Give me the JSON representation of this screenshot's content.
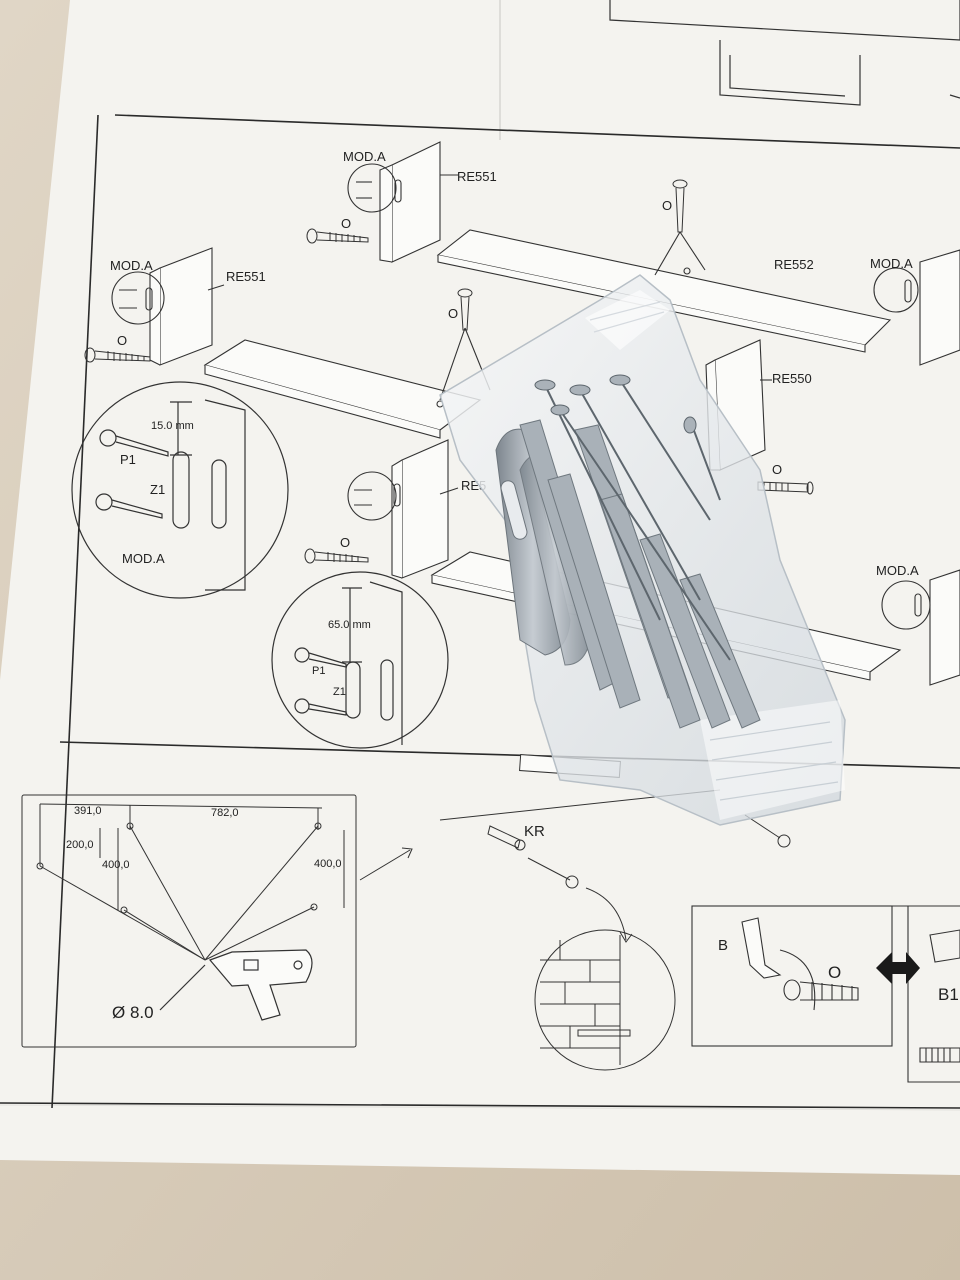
{
  "colors": {
    "carpet": "#d8cdbd",
    "paper": "#f4f3ef",
    "ink": "#2a2a2a",
    "metal": "#9ea6ad",
    "plastic_bag": "#e9ecee"
  },
  "labels": {
    "mod_a": "MOD.A",
    "re551": "RE551",
    "re552": "RE552",
    "re550": "RE550",
    "re5_partial": "RE5",
    "o": "O",
    "p1": "P1",
    "z1": "Z1",
    "dim_15": "15.0 mm",
    "dim_65": "65.0 mm",
    "kr": "KR",
    "b": "B",
    "b1_partial": "B1",
    "dim_391": "391,0",
    "dim_782": "782,0",
    "dim_200": "200,0",
    "dim_400a": "400,0",
    "dim_400b": "400,0",
    "drill": "Ø 8.0"
  }
}
